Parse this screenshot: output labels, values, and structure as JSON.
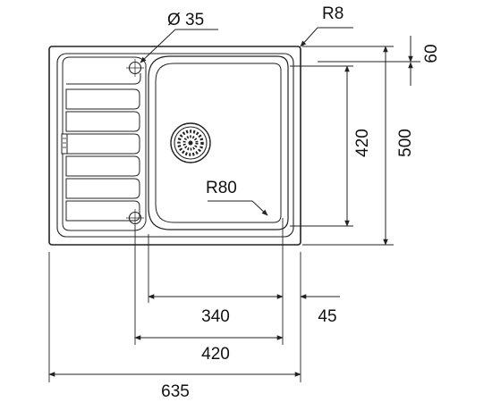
{
  "drawing": {
    "hole_diameter": "Ø 35",
    "corner_radius_outer": "R8",
    "corner_radius_bowl": "R80",
    "depth_offset": "60",
    "bowl_depth": "420",
    "overall_depth": "500",
    "bowl_width": "340",
    "right_margin": "45",
    "inner_width": "420",
    "overall_width": "635"
  },
  "colors": {
    "line": "#222222",
    "background": "#ffffff"
  }
}
